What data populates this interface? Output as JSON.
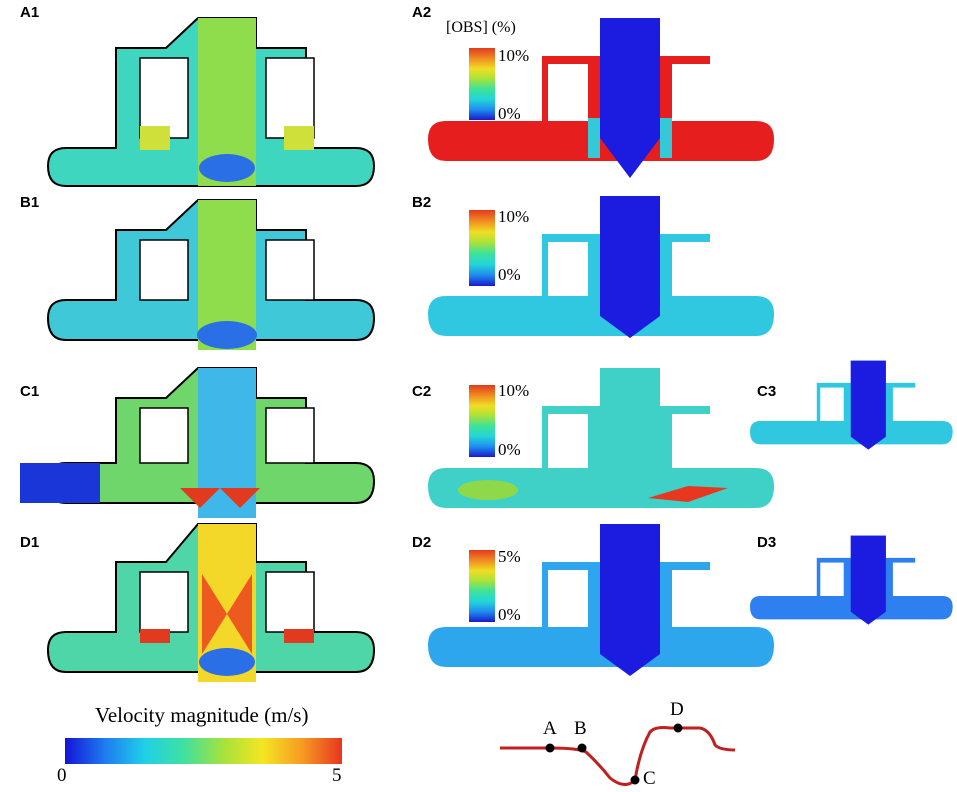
{
  "panel_labels": [
    "A1",
    "A2",
    "B1",
    "B2",
    "C1",
    "C2",
    "C3",
    "D1",
    "D2",
    "D3"
  ],
  "obs_colorbar": {
    "title": "[OBS] (%)",
    "a_max": "10%",
    "a_min": "0%",
    "b_max": "10%",
    "b_min": "0%",
    "c_max": "10%",
    "c_min": "0%",
    "d_max": "5%",
    "d_min": "0%"
  },
  "velocity_colorbar": {
    "title": "Velocity magnitude (m/s)",
    "min": "0",
    "max": "5"
  },
  "timeline": {
    "points": [
      "A",
      "B",
      "C",
      "D"
    ],
    "line_color": "#c0201e"
  },
  "colors": {
    "low": "#1414d8",
    "mid": "#3fe0a0",
    "high": "#e8361f"
  }
}
